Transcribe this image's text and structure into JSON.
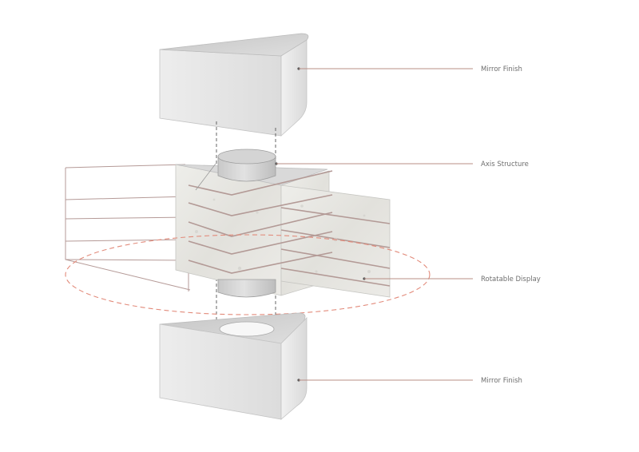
{
  "labels": {
    "top_mirror": "Mirror Finish",
    "axis": "Axis Structure",
    "display": "Rotatable Display",
    "bottom_mirror": "Mirror Finish"
  },
  "colors": {
    "background": "#ffffff",
    "leader_line": "#b98f86",
    "rotation_ellipse": "#e28a7a",
    "dashed_axis": "#555555",
    "panel_outline": "#b59a97",
    "panel_fill": "#e8e7e3",
    "block_face": "#e6e6e6",
    "block_top": "#cfcfcf"
  }
}
